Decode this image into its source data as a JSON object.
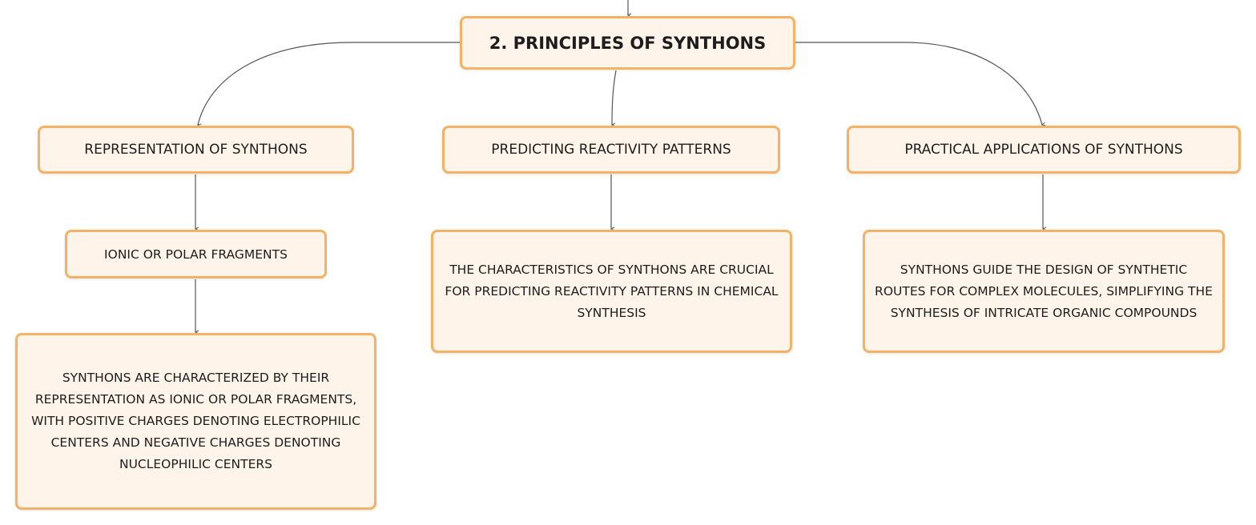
{
  "mindmap": {
    "root": {
      "label": "2. PRINCIPLES OF SYNTHONS"
    },
    "branches": [
      {
        "label": "REPRESENTATION OF SYNTHONS",
        "children": [
          {
            "label": "IONIC OR POLAR FRAGMENTS",
            "children": [
              {
                "label": "SYNTHONS ARE CHARACTERIZED BY THEIR REPRESENTATION AS IONIC OR POLAR FRAGMENTS, WITH POSITIVE CHARGES DENOTING ELECTROPHILIC CENTERS AND NEGATIVE CHARGES DENOTING NUCLEOPHILIC CENTERS"
              }
            ]
          }
        ]
      },
      {
        "label": "PREDICTING REACTIVITY PATTERNS",
        "children": [
          {
            "label": "THE CHARACTERISTICS OF SYNTHONS ARE CRUCIAL FOR PREDICTING REACTIVITY PATTERNS IN CHEMICAL SYNTHESIS"
          }
        ]
      },
      {
        "label": "PRACTICAL APPLICATIONS OF SYNTHONS",
        "children": [
          {
            "label": "SYNTHONS GUIDE THE DESIGN OF SYNTHETIC ROUTES FOR COMPLEX MOLECULES, SIMPLIFYING THE SYNTHESIS OF INTRICATE ORGANIC COMPOUNDS"
          }
        ]
      }
    ],
    "colors": {
      "node_fill": "#fff4ea",
      "node_border": "#f3b266",
      "connector": "#555555",
      "text": "#1d1d1d"
    }
  }
}
